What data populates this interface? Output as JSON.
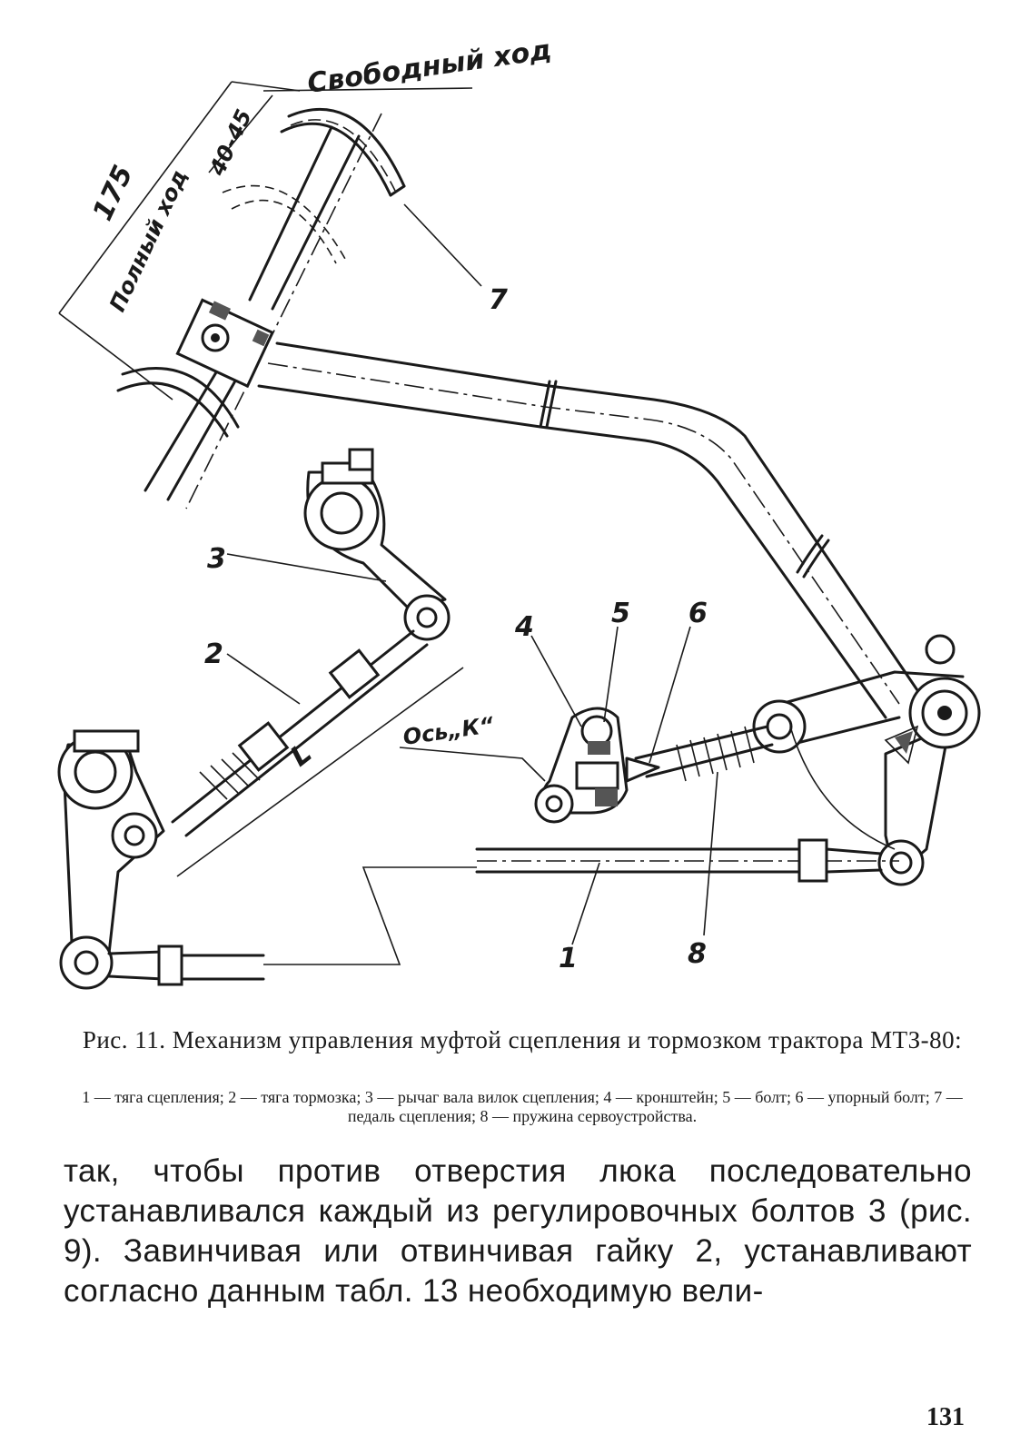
{
  "figure": {
    "labels": {
      "free_travel": "Свободный ход",
      "full_travel": "Полный ход",
      "dim_175": "175",
      "dim_40_45": "40-45",
      "dim_L": "L",
      "axis_k": "Ось„К“",
      "n1": "1",
      "n2": "2",
      "n3": "3",
      "n4": "4",
      "n5": "5",
      "n6": "6",
      "n7": "7",
      "n8": "8"
    }
  },
  "caption": {
    "title": "Рис. 11. Механизм управления муфтой сцепления и тормозком трактора МТЗ-80:",
    "legend": "1 — тяга сцепления; 2 — тяга тормозка; 3 — рычаг вала вилок сцепления; 4 — кронштейн; 5 — болт; 6 — упорный болт; 7 — педаль сцепления; 8 — пружина сервоустройства."
  },
  "body_text": "так, чтобы против отверстия люка последовательно устанавливался каждый из регулировочных болтов 3 (рис. 9). Завинчивая или отвинчивая гайку 2, устанавливают согласно данным табл. 13 необходимую вели-",
  "page_number": "131"
}
